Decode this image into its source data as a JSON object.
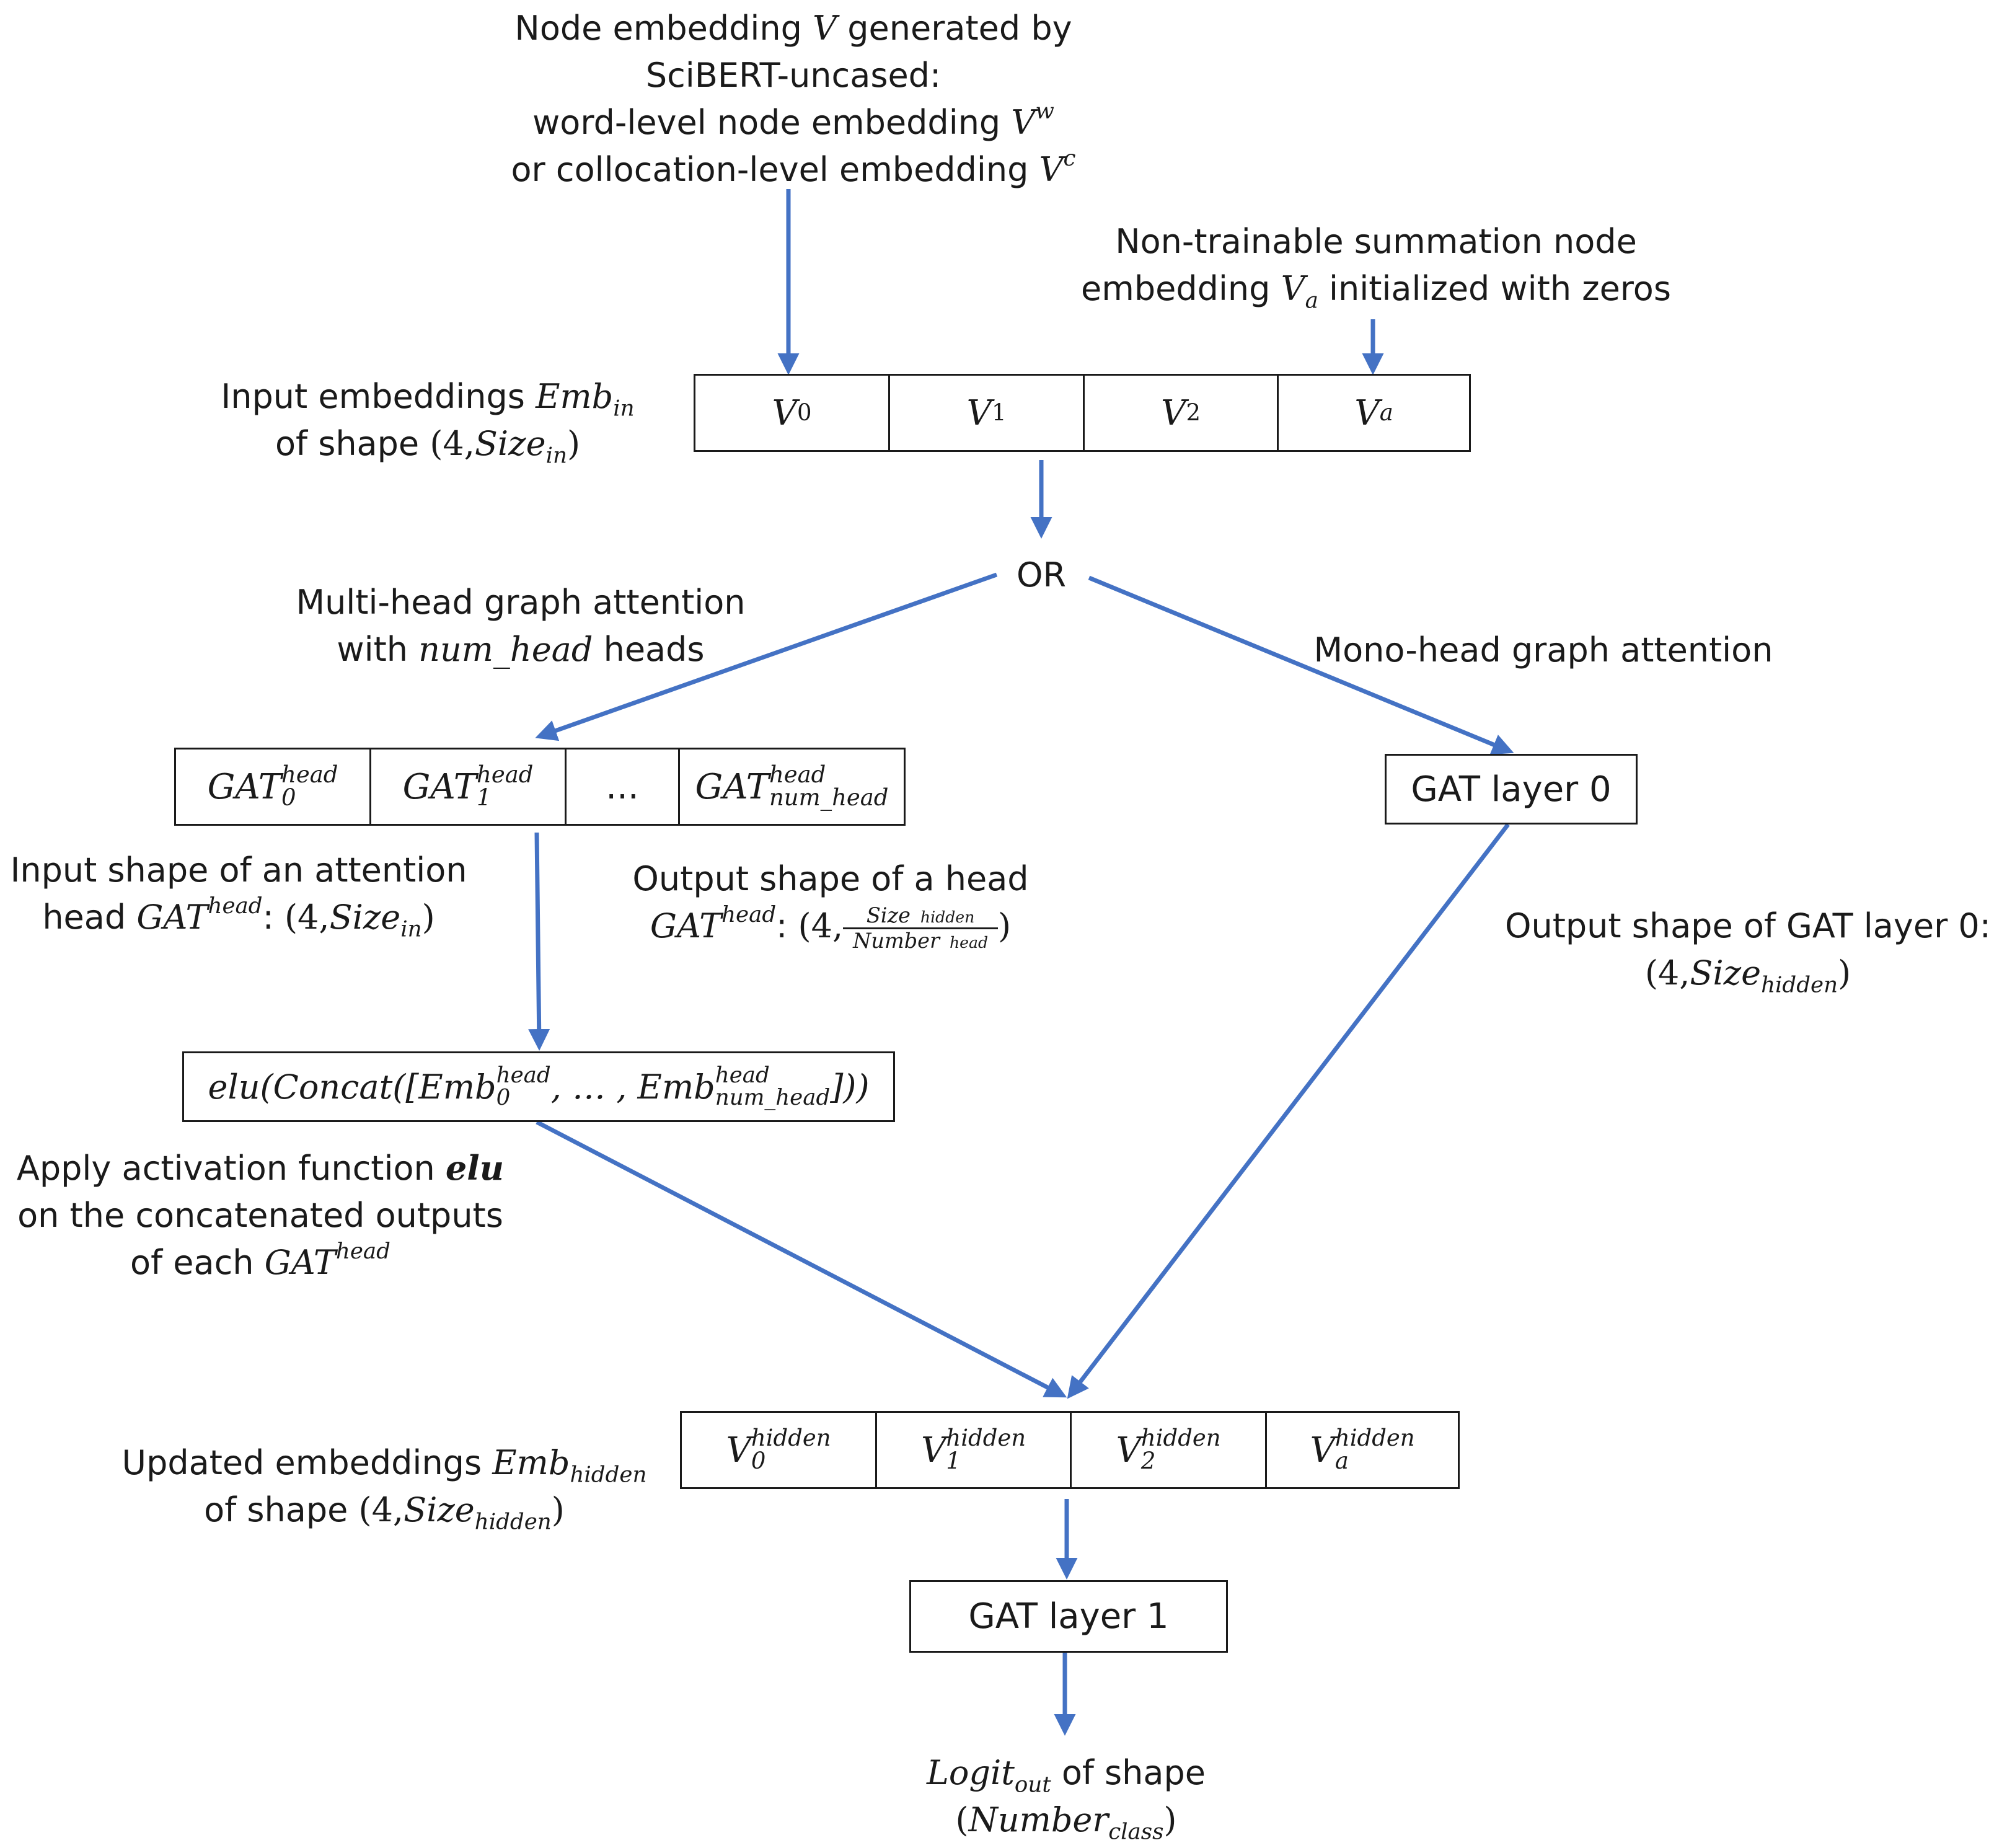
{
  "top_label": {
    "line1": "Node embedding",
    "line1_var": "V",
    "line1_end": "generated by",
    "line2": "SciBERT-uncased:",
    "line3": "word-level node embedding",
    "line3_var": "V",
    "line3_sup": "w",
    "line4": "or collocation-level embedding",
    "line4_var": "V",
    "line4_sup": "c"
  },
  "summation_label": {
    "line1": "Non-trainable summation node",
    "line2_start": "embedding",
    "line2_var": "V",
    "line2_sub": "a",
    "line2_end": "initialized with zeros"
  },
  "input_label": {
    "line1": "Input embeddings",
    "var": "Emb",
    "var_sub": "in",
    "line2": "of shape",
    "shape_open": "(4,",
    "shape_var": "Size",
    "shape_sub": "in",
    "shape_close": ")"
  },
  "input_cells": [
    {
      "var": "V",
      "sub": "0"
    },
    {
      "var": "V",
      "sub": "1"
    },
    {
      "var": "V",
      "sub": "2"
    },
    {
      "var": "V",
      "sub": "a"
    }
  ],
  "or_label": "OR",
  "multi_head_label": {
    "line1": "Multi-head graph attention",
    "line2_start": "with",
    "line2_var": "num_head",
    "line2_end": "heads"
  },
  "mono_head_label": "Mono-head graph attention",
  "gat_cells": [
    {
      "var": "GAT",
      "sup": "head",
      "sub": "0"
    },
    {
      "var": "GAT",
      "sup": "head",
      "sub": "1"
    },
    {
      "text": "..."
    },
    {
      "var": "GAT",
      "sup": "head",
      "sub": "num_head"
    }
  ],
  "gat_layer_0": "GAT layer 0",
  "input_shape_head_label": {
    "line1": "Input shape of an attention",
    "line2_start": "head",
    "var": "GAT",
    "var_sup": "head",
    "colon": ":",
    "shape_open": "(4,",
    "shape_var": "Size",
    "shape_sub": "in",
    "shape_close": ")"
  },
  "output_shape_head_label": {
    "line1": "Output shape of a head",
    "var": "GAT",
    "var_sup": "head",
    "colon": ":",
    "shape_open": "(4,",
    "num_var": "Size",
    "num_sub": "hidden",
    "den_var": "Number",
    "den_sub": "head",
    "shape_close": ")"
  },
  "output_shape_gat0_label": {
    "line1": "Output shape of GAT layer 0:",
    "shape_open": "(4,",
    "shape_var": "Size",
    "shape_sub": "hidden",
    "shape_close": ")"
  },
  "elu_box": {
    "prefix": "elu(Concat([Emb",
    "sup1": "head",
    "sub1": "0",
    "middle": ", … , Emb",
    "sup2": "head",
    "sub2": "num_head",
    "suffix": "]))"
  },
  "activation_label": {
    "line1_start": "Apply activation function",
    "line1_var": "elu",
    "line2": "on the concatenated outputs",
    "line3_start": "of each",
    "line3_var": "GAT",
    "line3_sup": "head"
  },
  "hidden_cells": [
    {
      "var": "V",
      "sup": "hidden",
      "sub": "0"
    },
    {
      "var": "V",
      "sup": "hidden",
      "sub": "1"
    },
    {
      "var": "V",
      "sup": "hidden",
      "sub": "2"
    },
    {
      "var": "V",
      "sup": "hidden",
      "sub": "a"
    }
  ],
  "updated_label": {
    "line1": "Updated embeddings",
    "var": "Emb",
    "var_sub": "hidden",
    "line2": "of shape",
    "shape_open": "(4,",
    "shape_var": "Size",
    "shape_sub": "hidden",
    "shape_close": ")"
  },
  "gat_layer_1": "GAT layer 1",
  "output_label": {
    "var": "Logit",
    "var_sub": "out",
    "line1_end": "of shape",
    "open": "(",
    "shape_var": "Number",
    "shape_sub": "class",
    "close": ")"
  },
  "colors": {
    "arrow": "#4472c4",
    "border": "#1a1a1a",
    "text": "#1a1a1a"
  }
}
